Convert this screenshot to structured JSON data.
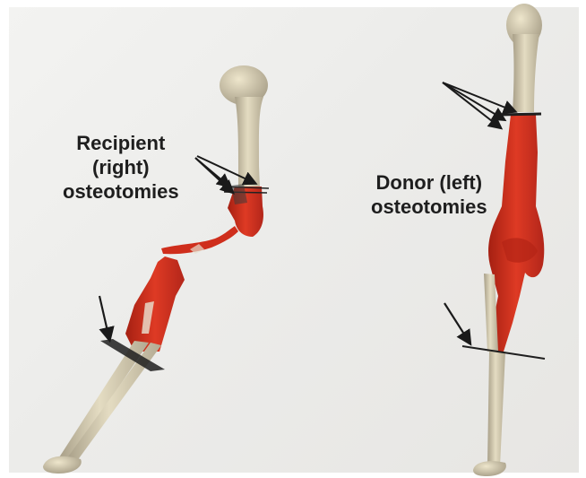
{
  "labels": {
    "recipient": [
      "Recipient",
      "(right)",
      "osteotomies"
    ],
    "donor": [
      "Donor (left)",
      "osteotomies"
    ]
  },
  "colors": {
    "bone": "#d8cfb2",
    "bone_shadow": "#a9a08a",
    "graft_red": "#d6321e",
    "graft_shadow": "#a11f12",
    "arrow": "#1a1a1a",
    "background": "#efefec"
  },
  "icons": [
    "arrow-icon"
  ]
}
